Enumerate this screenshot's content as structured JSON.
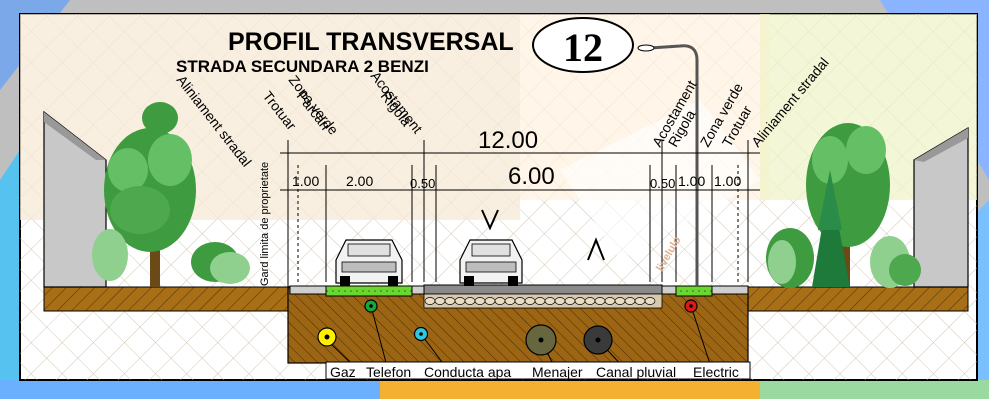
{
  "title": {
    "main": "PROFIL TRANSVERSAL",
    "sub": "STRADA SECUNDARA  2 BENZI",
    "number": "12"
  },
  "labels_left": [
    "Aliniament stradal",
    "Trotuar",
    "Zona verde",
    "Parcari",
    "Acostament",
    "Rigola"
  ],
  "labels_right": [
    "Acostament",
    "Rigola",
    "Zona verde",
    "Trotuar",
    "Aliniament stradal"
  ],
  "dimensions": {
    "total": "12.00",
    "carriageway": "6.00",
    "left_segments": [
      "1.00",
      "2.00",
      "0.50"
    ],
    "right_segments": [
      "0.50",
      "1.00",
      "1.00"
    ]
  },
  "fence_label": "Gard limita de proprietate",
  "utilities": [
    "Gaz",
    "Telefon",
    "Conducta apa",
    "Menajer",
    "Canal pluvial",
    "Electric"
  ],
  "background_text": "livelulo",
  "colors": {
    "soil": "#a86f17",
    "frame": "#000000",
    "tree_dark": "#3f9b3f",
    "tree_light": "#8fd08f",
    "gaz": "#ffee00",
    "telefon": "#16a83a",
    "apa": "#2fc6e0",
    "menajer": "#66663f",
    "pluvial": "#3a3a3a",
    "electric": "#e01818",
    "grass": "#66dd22"
  }
}
